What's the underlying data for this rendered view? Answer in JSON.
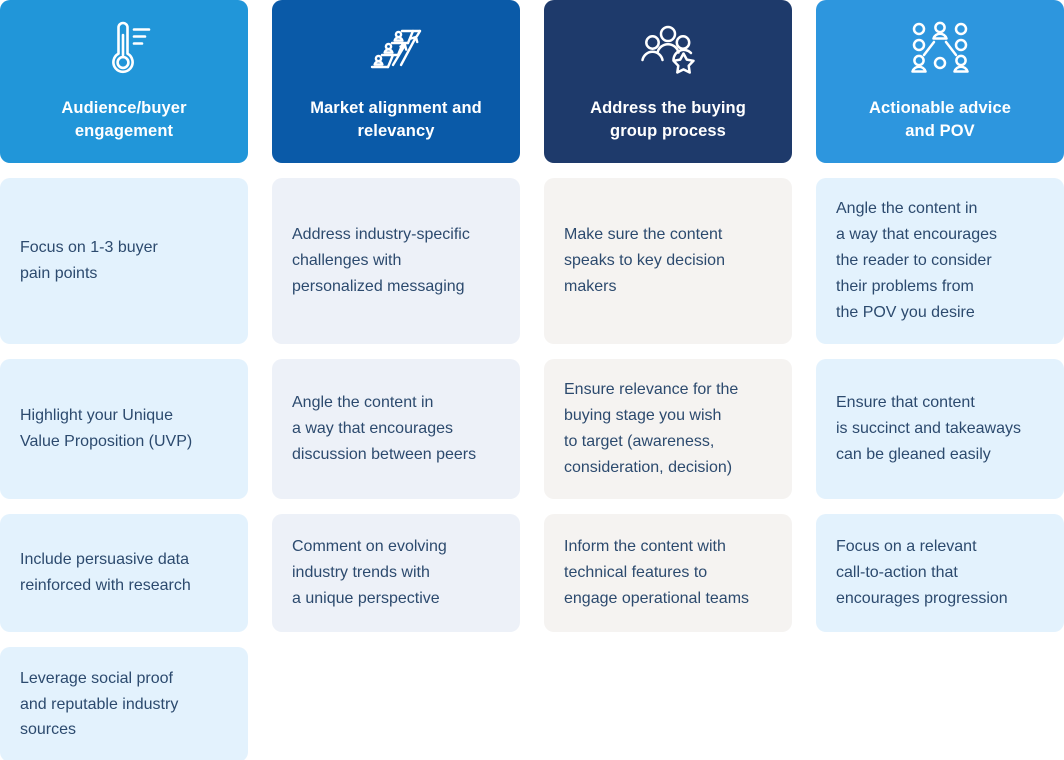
{
  "theme": {
    "header_colors": [
      "#2196d9",
      "#0a5aa8",
      "#1e3a6b",
      "#2d96de"
    ],
    "body_colors": [
      "#e3f2fd",
      "#edf1f8",
      "#f5f3f1",
      "#e3f2fd"
    ],
    "text_color": "#2c4a6e",
    "header_text_color": "#ffffff"
  },
  "columns": [
    {
      "id": "audience-buyer-engagement",
      "title": "Audience/buyer\nengagement",
      "icon": "thermometer-icon",
      "header_color": "#2196d9",
      "body_color": "#e3f2fd",
      "items": [
        "Focus on 1-3 buyer\npain points",
        "Highlight your Unique\nValue Proposition (UVP)",
        "Include persuasive data\nreinforced with research",
        "Leverage social proof\nand reputable industry\nsources"
      ]
    },
    {
      "id": "market-alignment-and-relevancy",
      "title": "Market alignment and\nrelevancy",
      "icon": "growth-steps-icon",
      "header_color": "#0a5aa8",
      "body_color": "#edf1f8",
      "items": [
        "Address industry-specific\nchallenges with\npersonalized messaging",
        "Angle the content in\na way that encourages\ndiscussion between peers",
        "Comment on evolving\nindustry trends with\na unique perspective"
      ]
    },
    {
      "id": "address-the-buying-group-process",
      "title": "Address the buying\ngroup process",
      "icon": "people-group-star-icon",
      "header_color": "#1e3a6b",
      "body_color": "#f5f3f1",
      "items": [
        "Make sure the content\nspeaks to key decision\nmakers",
        "Ensure relevance for the\nbuying stage you wish\nto target (awareness,\nconsideration, decision)",
        "Inform the content with\ntechnical features to\nengage operational teams"
      ]
    },
    {
      "id": "actionable-advice-and-pov",
      "title": "Actionable advice\nand POV",
      "icon": "network-people-icon",
      "header_color": "#2d96de",
      "body_color": "#e3f2fd",
      "items": [
        "Angle the content in\na way that encourages\nthe reader to consider\ntheir problems from\nthe POV you desire",
        "Ensure that content\nis succinct and takeaways\ncan be gleaned easily",
        "Focus on a relevant\ncall-to-action that\nencourages progression"
      ]
    }
  ]
}
